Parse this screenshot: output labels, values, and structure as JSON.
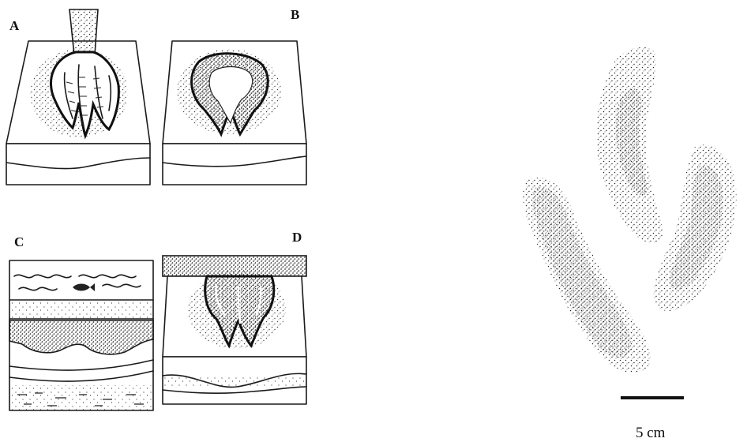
{
  "panels": [
    {
      "id": "A",
      "label": "A"
    },
    {
      "id": "B",
      "label": "B"
    },
    {
      "id": "C",
      "label": "C"
    },
    {
      "id": "D",
      "label": "D"
    }
  ],
  "scale_bar": {
    "label": "5 cm"
  }
}
